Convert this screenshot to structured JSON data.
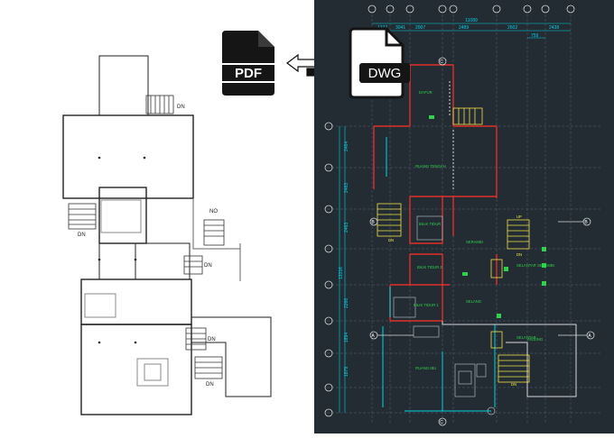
{
  "left_plan": {
    "dn_labels": [
      "DN",
      "DN",
      "DN",
      "DN",
      "DN"
    ],
    "no_label": "NO"
  },
  "badges": {
    "pdf_label": "PDF",
    "dwg_label": "DWG"
  },
  "cad_plan": {
    "top_dimension": "11089",
    "top_subdims": [
      "1277",
      "3041",
      "2007",
      "2489",
      "2602",
      "2438"
    ],
    "top_subdim_small": "759",
    "left_dims": [
      "2464",
      "2463",
      "2463",
      "2266",
      "1894",
      "1879"
    ],
    "left_dim_total": "13316",
    "grid_markers_left": [
      "G",
      "F",
      "E",
      "D",
      "C",
      "B",
      "A"
    ],
    "section_top": "C",
    "section_bottom": "C",
    "section_b_left": "B",
    "section_b_right": "B",
    "section_a_left": "A",
    "section_a_right": "A",
    "rooms": {
      "dapur": "DAPUR",
      "ruang_tengah": "RUANG TENGAH",
      "bilik_tidur": "BILIK TIDUR",
      "serambi": "SERAMBI",
      "bilik_tidur_2": "BILIK TIDUR 2",
      "bilik_tidur_1": "BILIK TIDUR 1",
      "selang": "SELANG",
      "ruang_ibu": "RUANG IBU",
      "selantar_serambi": "SELANTAR SERAMBI",
      "selantar": "SELANTAR",
      "anjung": "ANJUNG"
    },
    "stair_labels": [
      "DN",
      "DN",
      "DN",
      "UP"
    ]
  },
  "colors": {
    "cad_background": "#232b33",
    "cad_wall_red": "#e0302a",
    "cad_cyan": "#00d5e6",
    "cad_yellow": "#f2e34a",
    "cad_green": "#2fd24a",
    "cad_grid": "#5a646e"
  }
}
